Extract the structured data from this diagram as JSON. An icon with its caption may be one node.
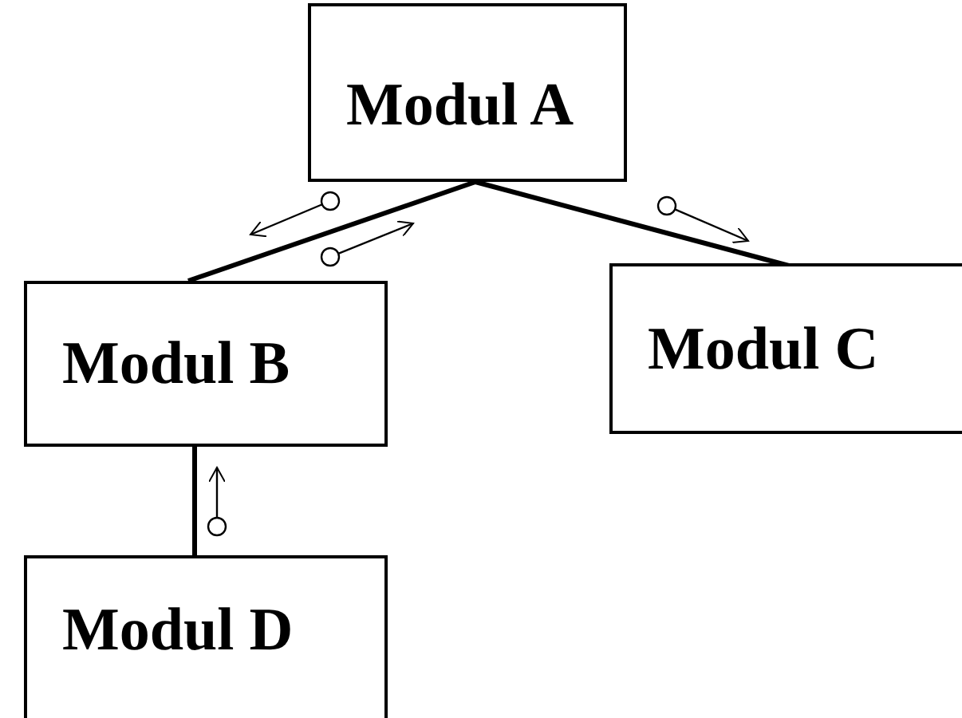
{
  "diagram": {
    "nodes": [
      {
        "text": [
          "Modul A"
        ]
      },
      {
        "text": [
          "Modul B"
        ]
      },
      {
        "text": [
          "Modul C"
        ]
      },
      {
        "text": [
          "Modul D"
        ]
      }
    ],
    "edges": [
      {
        "from": 0,
        "to": 1,
        "arrow": "none"
      },
      {
        "from": 0,
        "to": 2,
        "arrow": "none"
      },
      {
        "from": 1,
        "to": 3,
        "arrow": "none"
      }
    ]
  }
}
